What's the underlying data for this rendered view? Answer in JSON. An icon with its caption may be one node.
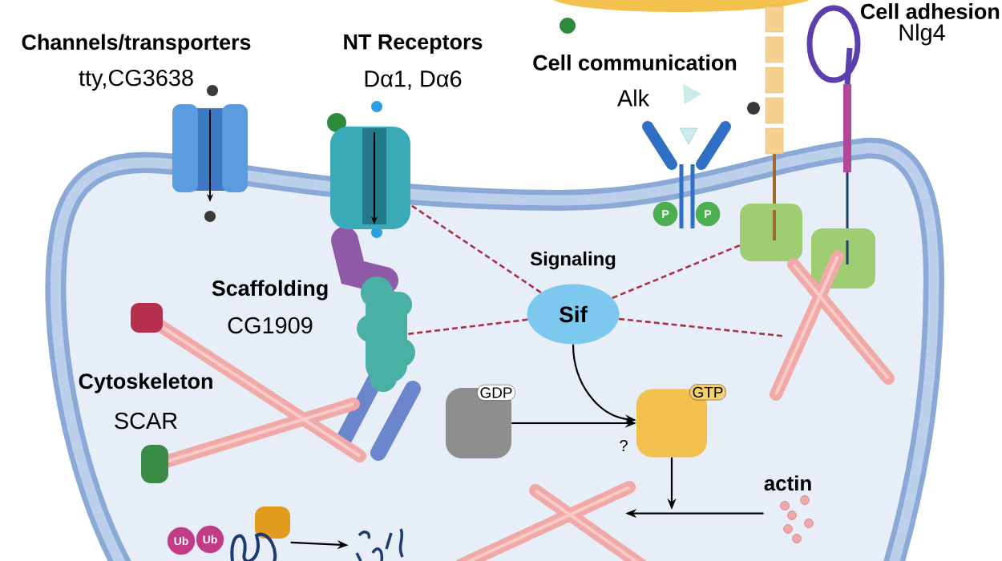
{
  "diagram": {
    "nodes": [
      {
        "text": [],
        "shape": "picture"
      },
      {
        "text": [],
        "shape": "picture"
      },
      {
        "text": [
          "Signaling",
          "Sif"
        ]
      },
      {
        "text": [],
        "shape": "picture"
      },
      {
        "text": [],
        "shape": "picture"
      },
      {
        "text": [
          "GDP"
        ]
      },
      {
        "text": [
          "GTP"
        ],
        "beside": [
          "?"
        ]
      },
      {
        "text": [
          "actin"
        ]
      },
      {
        "text": [],
        "shape": "picture"
      },
      {
        "text": [],
        "shape": "picture"
      },
      {
        "text": [],
        "shape": "picture"
      },
      {
        "text": [
          "Ub"
        ]
      },
      {
        "text": [
          "Ub"
        ]
      },
      {
        "text": [
          "P"
        ]
      },
      {
        "text": [
          "P"
        ]
      }
    ],
    "edges": [
      {
        "from": 2,
        "to": 0,
        "arrow": "none",
        "style": "dashed",
        "color": "#a83246"
      },
      {
        "from": 2,
        "to": 1,
        "arrow": "none",
        "style": "dashed",
        "color": "#a83246"
      },
      {
        "from": 2,
        "to": 3,
        "arrow": "none",
        "style": "dashed",
        "color": "#a83246"
      },
      {
        "from": 2,
        "to": 4,
        "arrow": "none",
        "style": "dashed",
        "color": "#a83246"
      },
      {
        "from": 5,
        "to": 6,
        "arrow": "to"
      },
      {
        "from": 2,
        "to": 6,
        "arrow": "to"
      },
      {
        "from": 6,
        "to": null,
        "arrow": "to"
      },
      {
        "from": 7,
        "to": 8,
        "arrow": "to"
      },
      {
        "from": 9,
        "to": 10,
        "arrow": "to"
      }
    ],
    "labels": [
      "Channels/transporters",
      "tty,CG3638",
      "NT Receptors",
      "Dα1, Dα6",
      "Cell communication",
      "Alk",
      "Cell adhesion",
      "Nlg4",
      "Scaffolding",
      "CG1909",
      "Cytoskeleton",
      "SCAR"
    ]
  }
}
